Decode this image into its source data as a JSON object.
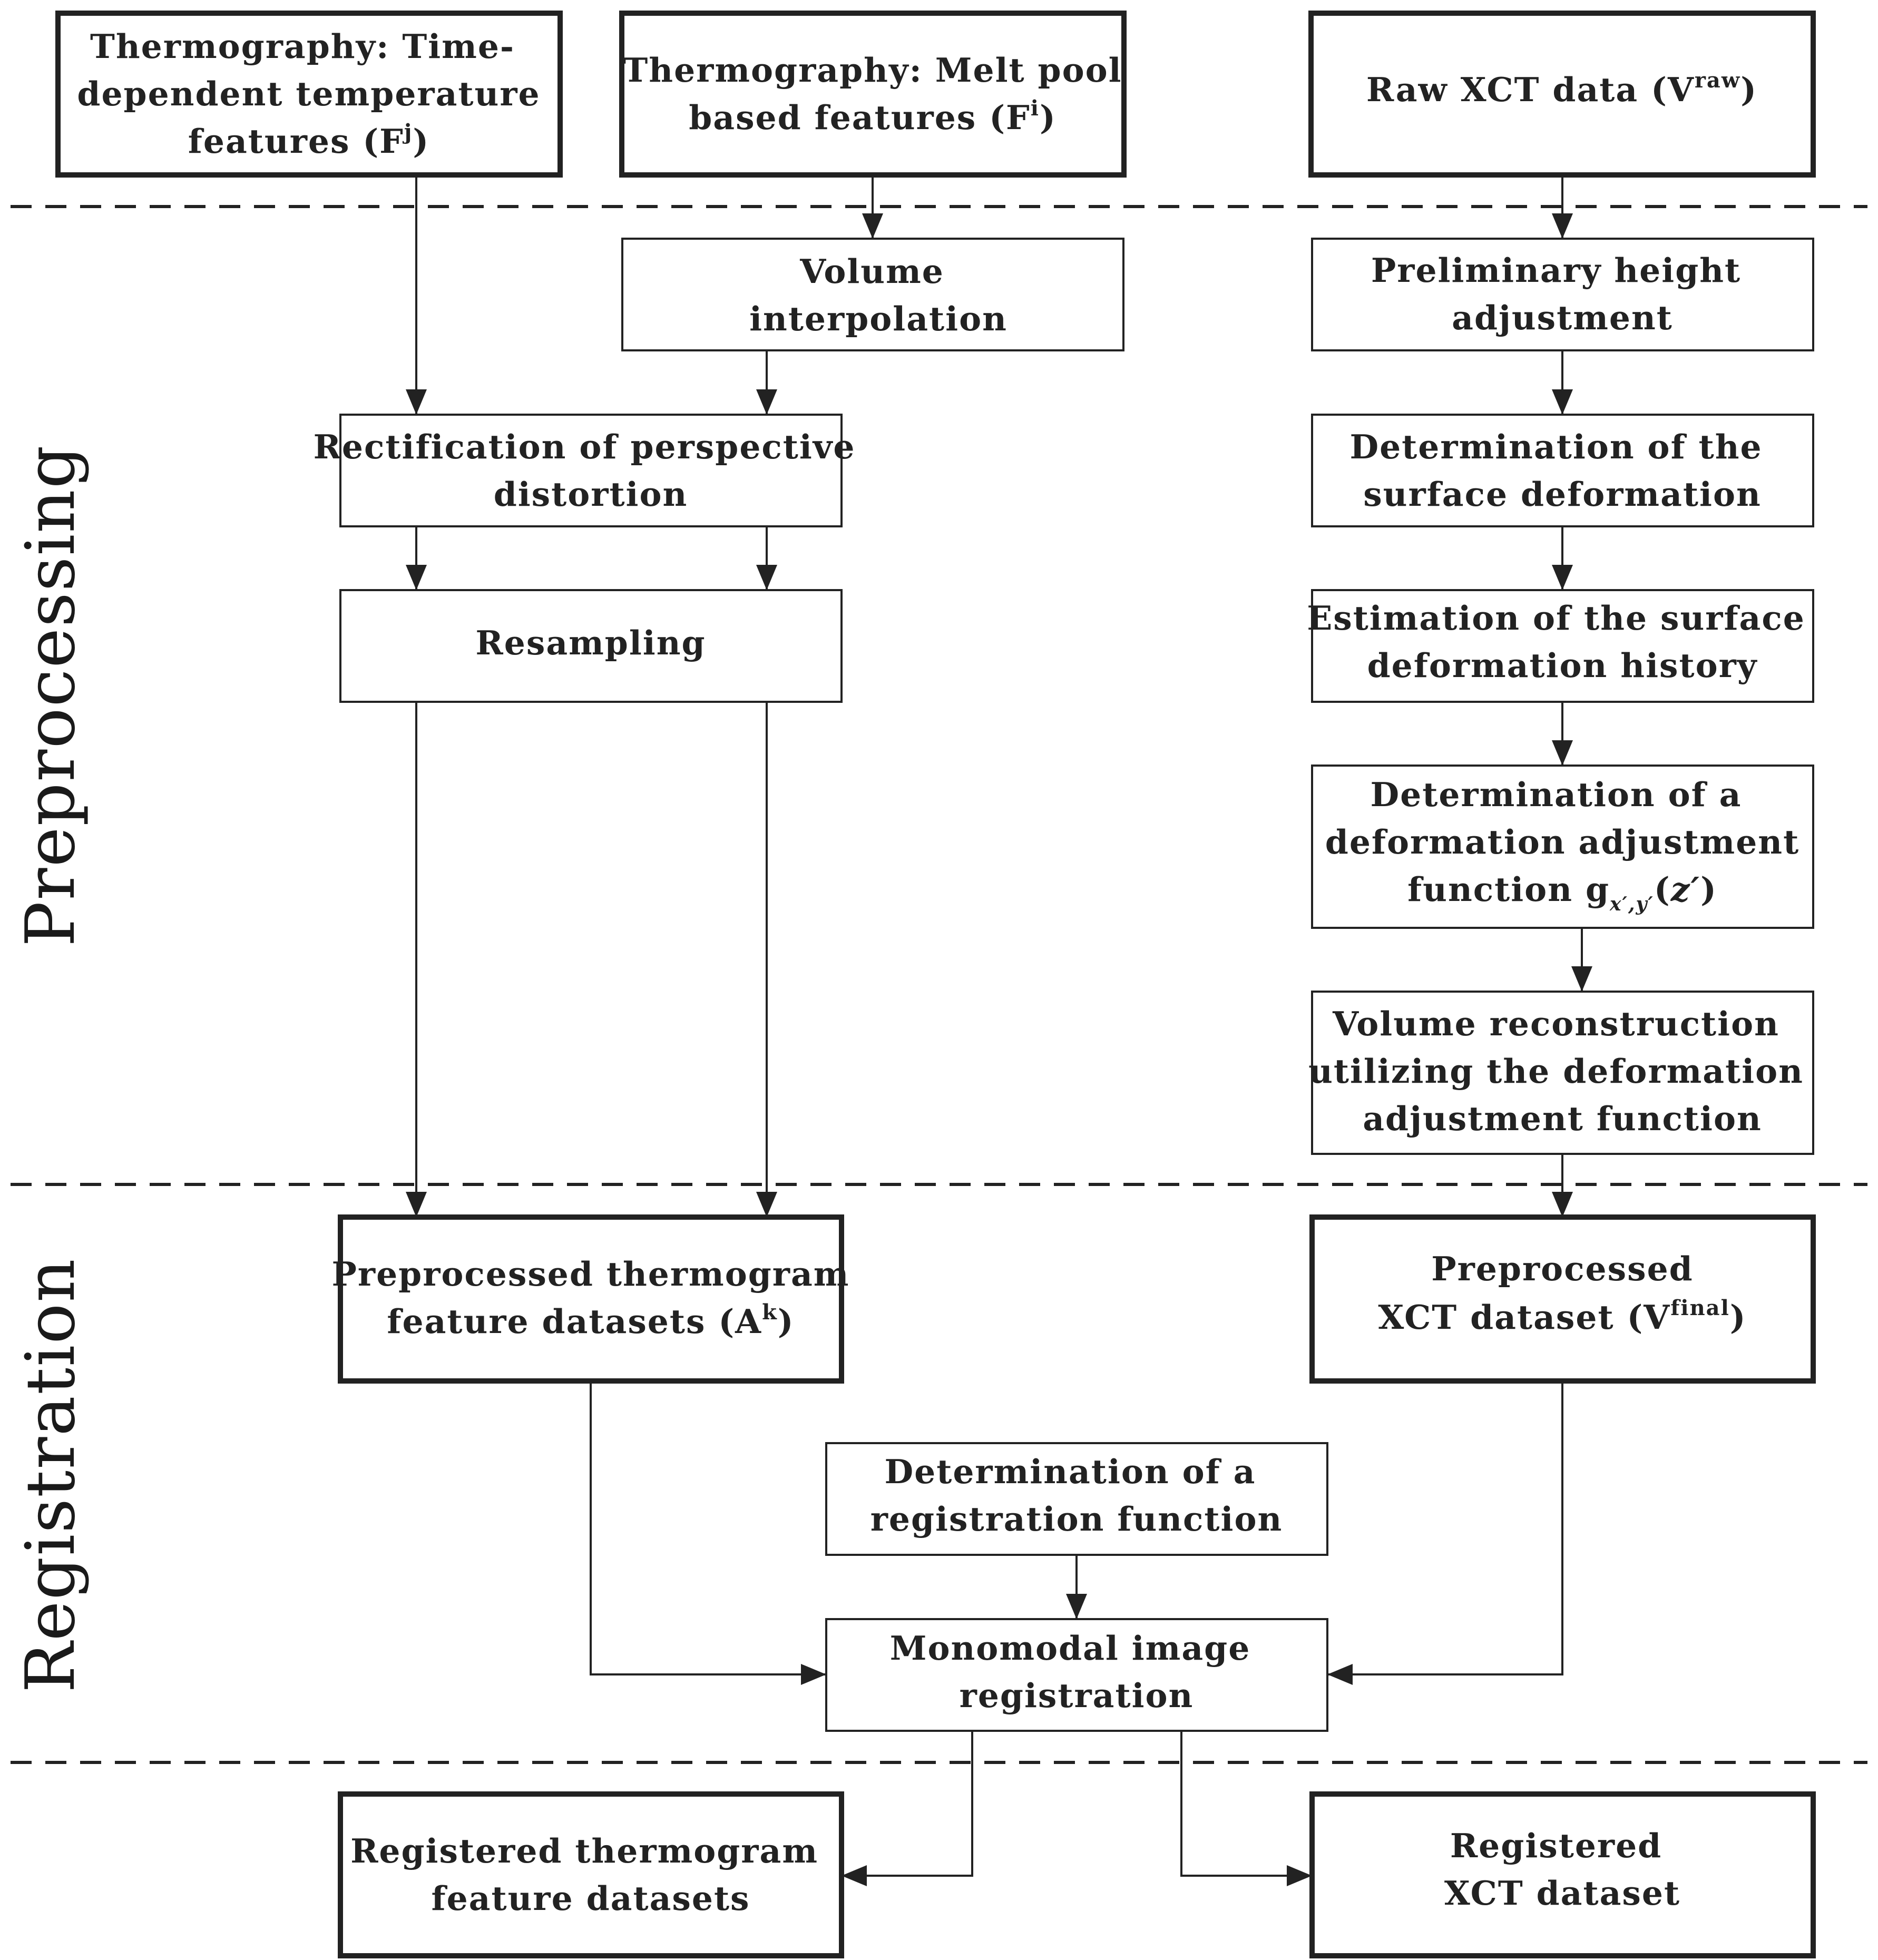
{
  "sections": {
    "preprocessing": "Preprocessing",
    "registration": "Registration"
  },
  "inputs": {
    "time_dependent": {
      "line1": "Thermography: Time-",
      "line2": "dependent temperature",
      "line3": "features (F",
      "sup": "j",
      "close": ")"
    },
    "melt_pool": {
      "line1": "Thermography: Melt pool",
      "line2": "based features (F",
      "sup": "i",
      "close": ")"
    },
    "raw_xct": {
      "text": "Raw XCT data (V",
      "sup": "raw",
      "close": ")"
    }
  },
  "steps": {
    "volume_interpolation": [
      "Volume",
      "interpolation"
    ],
    "rectification": [
      "Rectification of perspective",
      "distortion"
    ],
    "resampling": "Resampling",
    "height_adjustment": [
      "Preliminary height",
      "adjustment"
    ],
    "surface_deformation": [
      "Determination of the",
      "surface deformation"
    ],
    "deformation_history": [
      "Estimation of the surface",
      "deformation history"
    ],
    "adjustment_function": {
      "line1": "Determination of a",
      "line2": "deformation adjustment",
      "line3": "function g",
      "sub": "x′,y′",
      "arg_open": "(",
      "arg": "z′",
      "arg_close": ")"
    },
    "volume_reconstruction": [
      "Volume reconstruction",
      "utilizing the deformation",
      "adjustment function"
    ],
    "registration_function": [
      "Determination of a",
      "registration function"
    ],
    "monomodal": [
      "Monomodal image",
      "registration"
    ]
  },
  "intermediates": {
    "thermogram": {
      "line1": "Preprocessed thermogram",
      "line2": "feature datasets (A",
      "sup": "k",
      "close": ")"
    },
    "xct": {
      "line1": "Preprocessed",
      "line2": "XCT dataset (V",
      "sup": "final",
      "close": ")"
    }
  },
  "outputs": {
    "thermogram": [
      "Registered thermogram",
      "feature datasets"
    ],
    "xct": [
      "Registered",
      "XCT dataset"
    ]
  },
  "colors": {
    "stroke": "#222222",
    "background": "#ffffff"
  }
}
